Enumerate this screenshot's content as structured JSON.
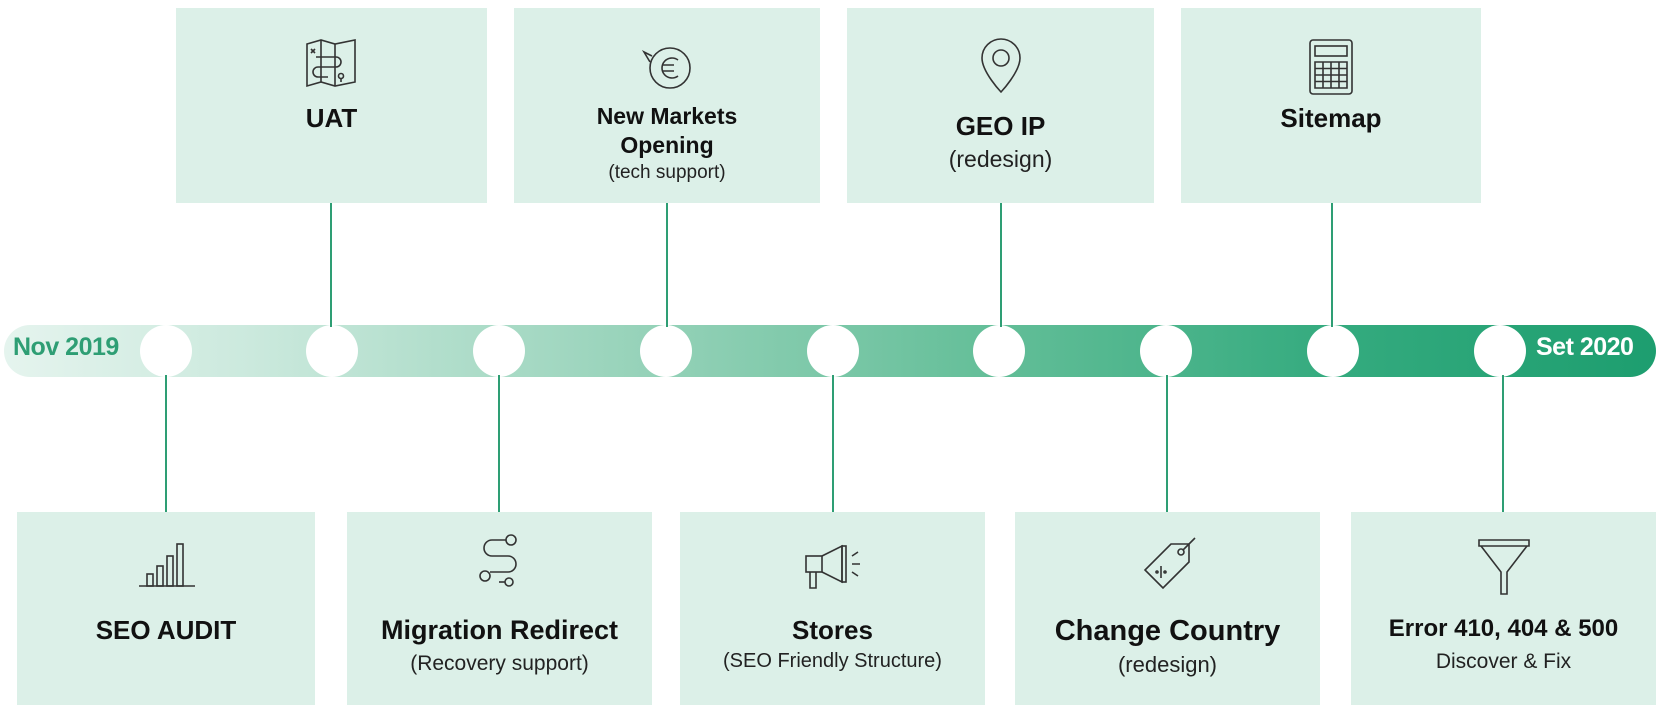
{
  "timeline": {
    "start_label": "Nov 2019",
    "end_label": "Set 2020"
  },
  "top_cards": [
    {
      "title": "UAT",
      "subtitle": "",
      "icon": "map-icon"
    },
    {
      "title_line1": "New Markets",
      "title_line2": "Opening",
      "subtitle": "(tech support)",
      "icon": "euro-chat-icon"
    },
    {
      "title": "GEO IP",
      "subtitle": "(redesign)",
      "icon": "location-pin-icon"
    },
    {
      "title": "Sitemap",
      "subtitle": "",
      "icon": "calculator-icon"
    }
  ],
  "bottom_cards": [
    {
      "title": "SEO AUDIT",
      "subtitle": "",
      "icon": "bar-chart-icon"
    },
    {
      "title": "Migration Redirect",
      "subtitle": "(Recovery support)",
      "icon": "route-icon"
    },
    {
      "title": "Stores",
      "subtitle": "(SEO Friendly Structure)",
      "icon": "megaphone-icon"
    },
    {
      "title": "Change Country",
      "subtitle": "(redesign)",
      "icon": "price-tag-icon"
    },
    {
      "title": "Error 410, 404 & 500",
      "subtitle": "Discover & Fix",
      "icon": "funnel-icon"
    }
  ],
  "colors": {
    "card_bg": "#dcf0e8",
    "connector": "#2e9e74",
    "start_label": "#2e9e74",
    "end_label": "#ffffff"
  }
}
